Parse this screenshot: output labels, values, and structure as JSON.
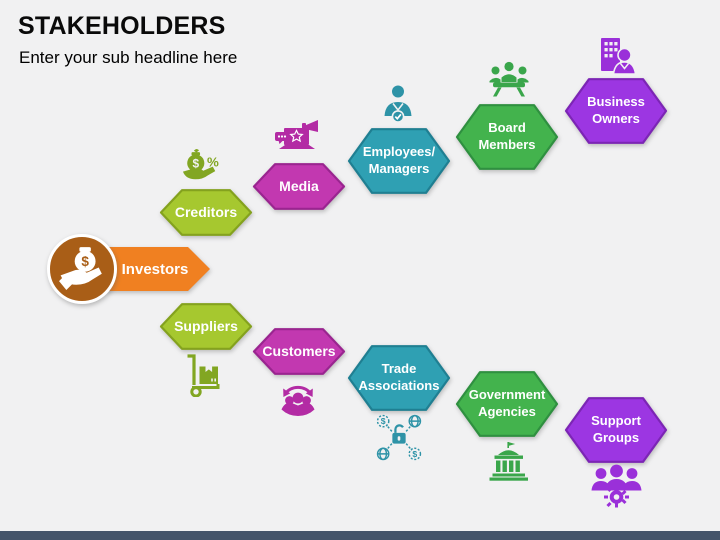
{
  "slide": {
    "title": "STAKEHOLDERS",
    "subtitle": "Enter your sub headline here",
    "background_color": "#f1f1f2",
    "footer_bar_color": "#44546a"
  },
  "investors": {
    "label": "Investors",
    "arrow_color": "#f08021",
    "circle_color": "#a95e17",
    "icon": "hand-money-bag-icon"
  },
  "nodes": [
    {
      "id": "creditors",
      "label": "Creditors",
      "fill": "#a6c82f",
      "border": "#84a21e",
      "icon": "loan-percent-icon",
      "icon_color": "#82a622"
    },
    {
      "id": "media",
      "label": "Media",
      "fill": "#c238b0",
      "border": "#9a2590",
      "icon": "media-promotion-icon",
      "icon_color": "#b32ba4"
    },
    {
      "id": "employees",
      "label": "Employees/\nManagers",
      "fill": "#2fa0b3",
      "border": "#1f7f92",
      "icon": "employee-check-icon",
      "icon_color": "#2e93a7"
    },
    {
      "id": "board",
      "label": "Board\nMembers",
      "fill": "#43b34d",
      "border": "#2f9040",
      "icon": "board-meeting-icon",
      "icon_color": "#3aa64b"
    },
    {
      "id": "business",
      "label": "Business\nOwners",
      "fill": "#9c36e2",
      "border": "#7c25b5",
      "icon": "owner-building-icon",
      "icon_color": "#9a30d9"
    },
    {
      "id": "suppliers",
      "label": "Suppliers",
      "fill": "#a6c82f",
      "border": "#84a21e",
      "icon": "hand-truck-icon",
      "icon_color": "#82a622"
    },
    {
      "id": "customers",
      "label": "Customers",
      "fill": "#c238b0",
      "border": "#9a2590",
      "icon": "customer-group-icon",
      "icon_color": "#b32ba4"
    },
    {
      "id": "trade",
      "label": "Trade\nAssociations",
      "fill": "#2fa0b3",
      "border": "#1f7f92",
      "icon": "trade-network-icon",
      "icon_color": "#2e93a7"
    },
    {
      "id": "government",
      "label": "Government\nAgencies",
      "fill": "#43b34d",
      "border": "#2f9040",
      "icon": "government-building-icon",
      "icon_color": "#3aa64b"
    },
    {
      "id": "support",
      "label": "Support\nGroups",
      "fill": "#9c36e2",
      "border": "#7c25b5",
      "icon": "support-group-icon",
      "icon_color": "#9a30d9"
    }
  ]
}
